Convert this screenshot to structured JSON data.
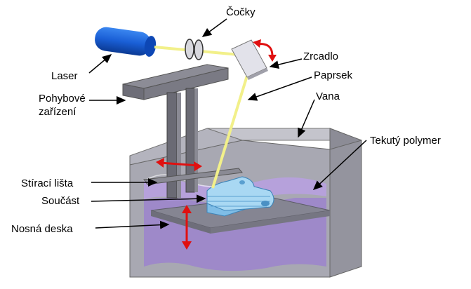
{
  "labels": {
    "cocky": "Čočky",
    "laser": "Laser",
    "zrcadlo": "Zrcadlo",
    "paprsek": "Paprsek",
    "pohybove_line1": "Pohybové",
    "pohybove_line2": "zařízení",
    "vana": "Vana",
    "tekuty_polymer": "Tekutý polymer",
    "stiraci_lista": "Stírací lišta",
    "soucast": "Součást",
    "nosna_deska": "Nosná deska"
  },
  "colors": {
    "laser_body": "#1a5fd6",
    "beam": "#f2f08a",
    "vat_gray": "#9e9ea8",
    "polymer": "#a68bd6",
    "part": "#8ec9ec",
    "arrow_red": "#e01010",
    "platform": "#7c7c86"
  }
}
